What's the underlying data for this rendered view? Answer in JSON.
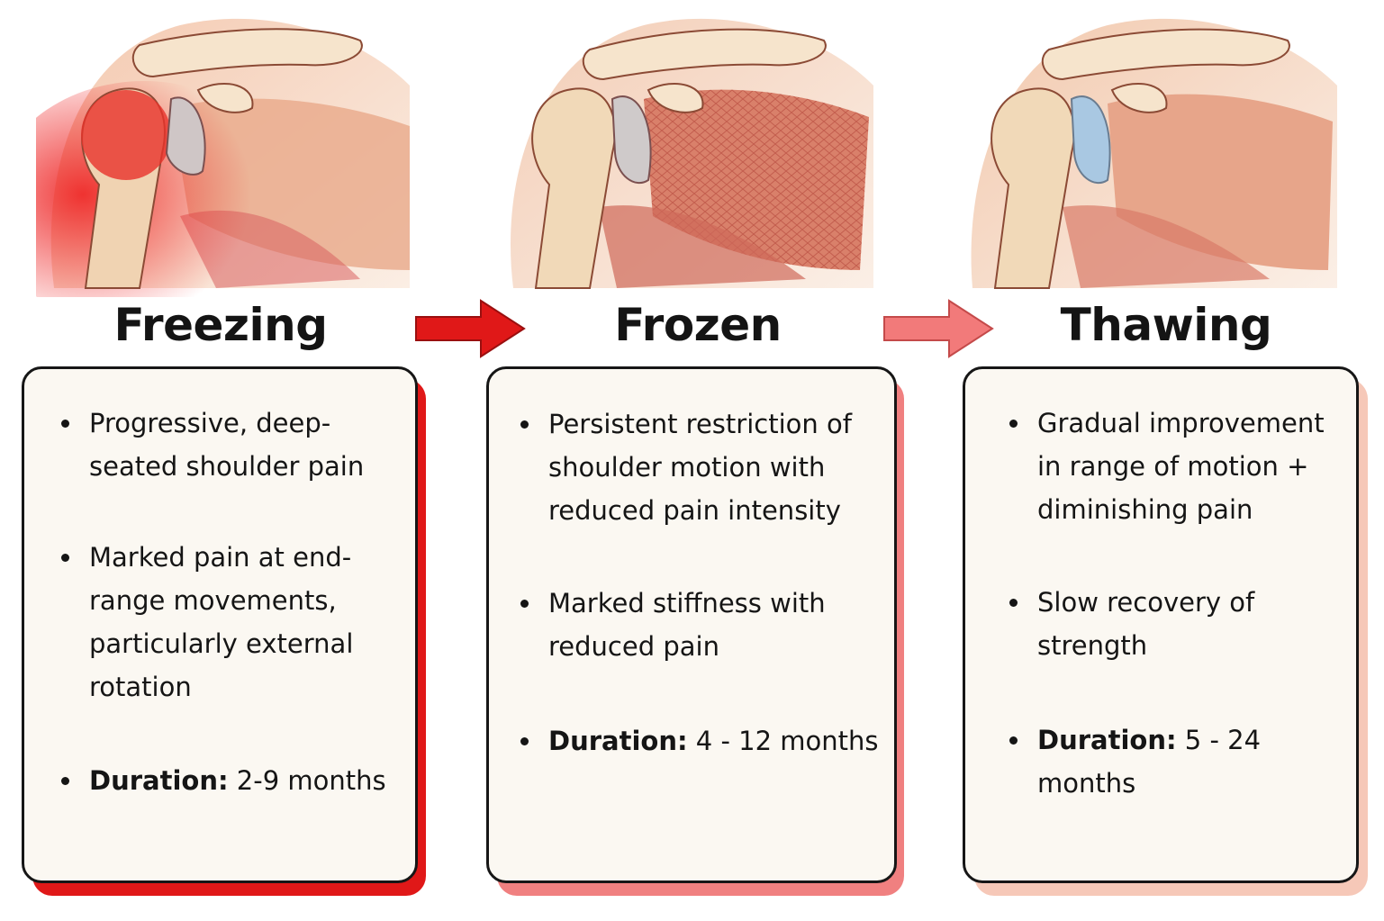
{
  "stages": [
    {
      "title": "Freezing",
      "accent": "#e01818",
      "illustration": "shoulder-joint-inflamed",
      "bullets": [
        "Progressive, deep-seated shoulder pain",
        "Marked pain at end-range movements, particularly external rotation"
      ],
      "duration_label": "Duration:",
      "duration_value": "2-9 months"
    },
    {
      "title": "Frozen",
      "accent": "#f08080",
      "illustration": "shoulder-joint-stiff-capsule",
      "bullets": [
        "Persistent restriction of shoulder motion with reduced pain intensity",
        "Marked stiffness with reduced pain"
      ],
      "duration_label": "Duration:",
      "duration_value": "4 - 12 months"
    },
    {
      "title": "Thawing",
      "accent": "#f6c8b8",
      "illustration": "shoulder-joint-recovering",
      "bullets": [
        "Gradual improvement in range of motion + diminishing pain",
        "Slow recovery of strength"
      ],
      "duration_label": "Duration:",
      "duration_value": "5 - 24 months"
    }
  ],
  "arrows": [
    {
      "icon": "right-arrow-icon",
      "color": "#e01818"
    },
    {
      "icon": "right-arrow-icon",
      "color": "#f27a7a"
    }
  ]
}
